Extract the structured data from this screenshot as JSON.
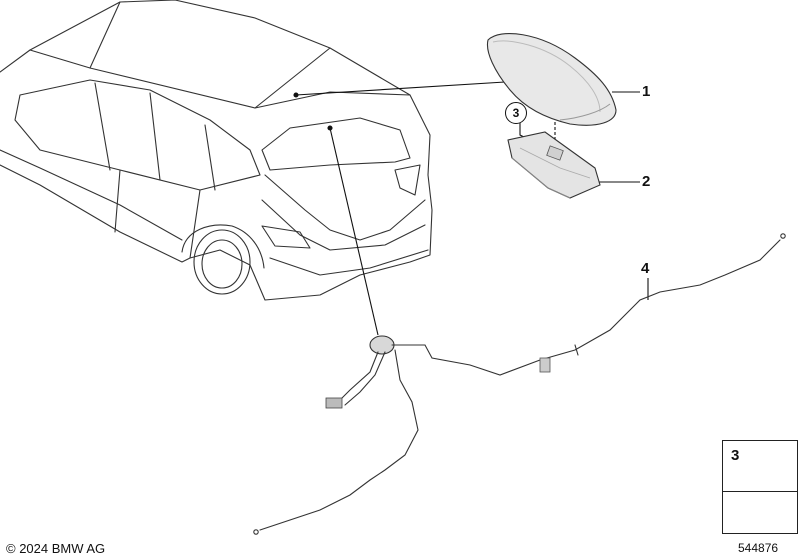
{
  "callouts": {
    "part1": "1",
    "part2": "2",
    "part3_circled": "3",
    "part4": "4"
  },
  "legend": {
    "part_number": "3"
  },
  "footer": {
    "copyright": "© 2024 BMW AG",
    "document_number": "544876"
  },
  "colors": {
    "line": "#222222",
    "part_fill": "#e6e6e6",
    "part_shadow": "#bdbdbd"
  }
}
